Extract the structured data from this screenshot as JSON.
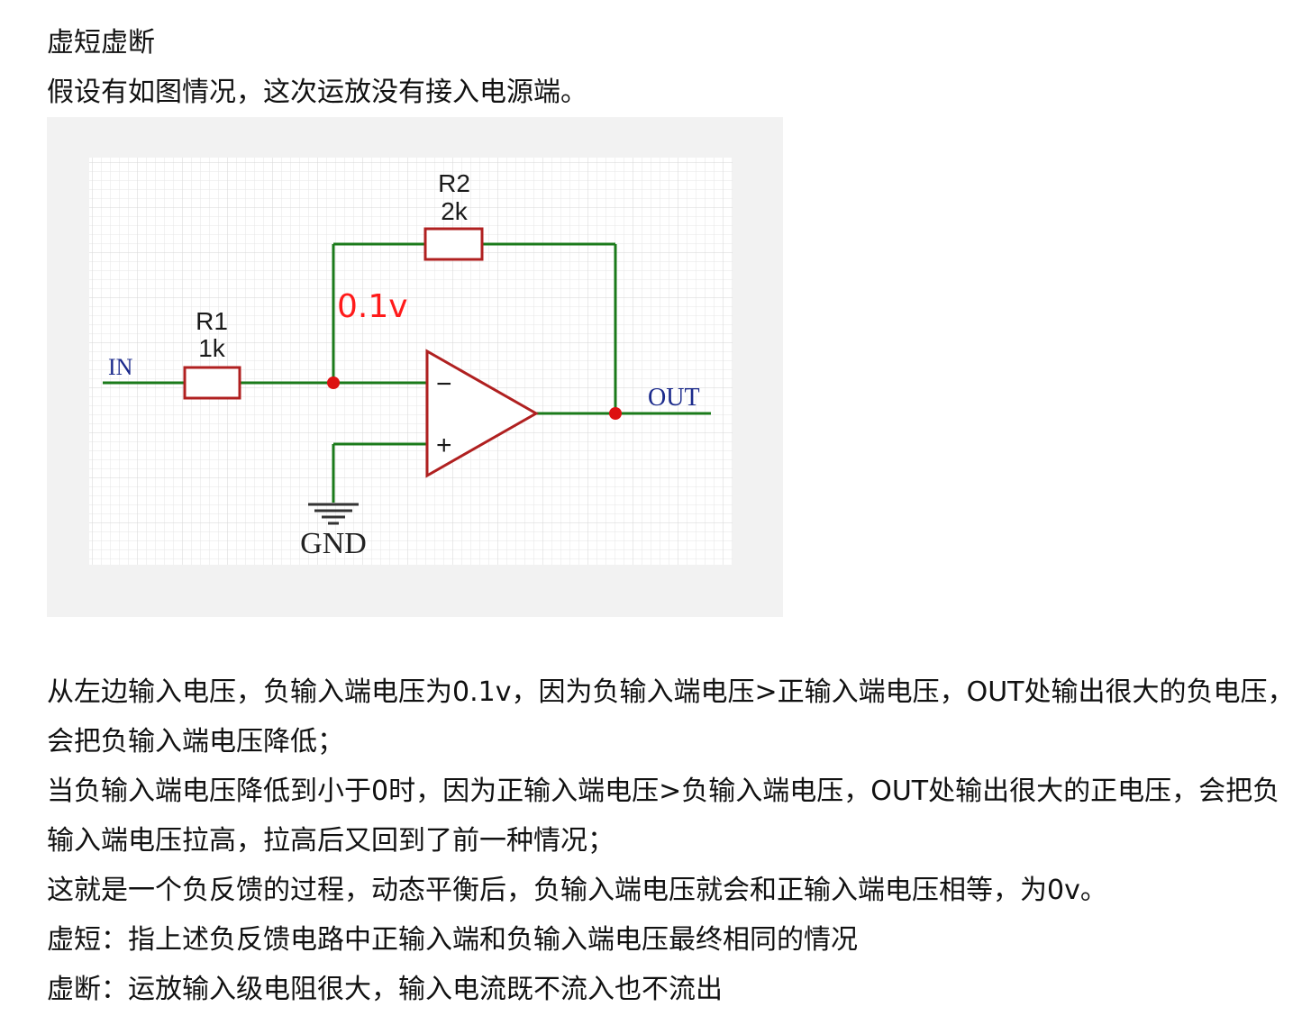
{
  "heading": "虚短虚断",
  "intro": "假设有如图情况，这次运放没有接入电源端。",
  "circuit": {
    "r1_name": "R1",
    "r1_value": "1k",
    "r2_name": "R2",
    "r2_value": "2k",
    "input_label": "IN",
    "output_label": "OUT",
    "ground_label": "GND",
    "minus_sign": "−",
    "plus_sign": "+",
    "annotation": "0.1v",
    "colors": {
      "wire": "#1a7a1a",
      "component": "#b02020",
      "node": "#dd1111",
      "annotation": "#ff1a1a",
      "port_label": "#1c2b8c"
    }
  },
  "paragraphs": [
    "从左边输入电压，负输入端电压为0.1v，因为负输入端电压>正输入端电压，OUT处输出很大的负电压，会把负输入端电压降低；",
    "当负输入端电压降低到小于0时，因为正输入端电压>负输入端电压，OUT处输出很大的正电压，会把负输入端电压拉高，拉高后又回到了前一种情况；",
    "这就是一个负反馈的过程，动态平衡后，负输入端电压就会和正输入端电压相等，为0v。",
    "虚短：指上述负反馈电路中正输入端和负输入端电压最终相同的情况",
    "虚断：运放输入级电阻很大，输入电流既不流入也不流出"
  ]
}
